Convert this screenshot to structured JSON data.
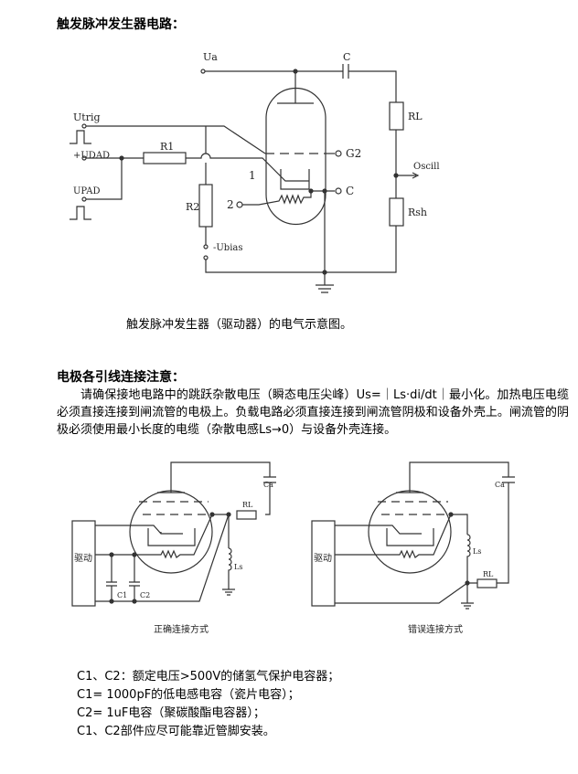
{
  "section1": {
    "title": "触发脉冲发生器电路：",
    "caption": "触发脉冲发生器（驱动器）的电气示意图。",
    "labels": {
      "ua": "Ua",
      "c_cap": "C",
      "utrig": "Utrig",
      "udad": "+UDAD",
      "upad": "UPAD",
      "r1": "R1",
      "r2": "R2",
      "ubias": "-Ubias",
      "g2": "G2",
      "c_term": "C",
      "n1": "1",
      "n2": "2",
      "rl": "RL",
      "rsh": "Rsh",
      "osc": "Oscill"
    }
  },
  "section2": {
    "title": "电极各引线连接注意：",
    "paragraph": "请确保接地电路中的跳跃杂散电压（瞬态电压尖峰）Us=｜Ls·di/dt｜最小化。加热电压电缆必须直接连接到闸流管的电极上。负载电路必须直接连接到闸流管阴极和设备外壳上。闸流管的阴极必须使用最小长度的电缆（杂散电感Ls→0）与设备外壳连接。",
    "diagram_left": {
      "driver": "驱动",
      "ca": "Ca",
      "rl": "RL",
      "ls": "Ls",
      "c1": "C1",
      "c2": "C2",
      "caption": "正确连接方式"
    },
    "diagram_right": {
      "driver": "驱动",
      "ca": "Ca",
      "rl": "RL",
      "ls": "Ls",
      "caption": "错误连接方式"
    }
  },
  "notes": [
    "C1、C2：额定电压>500V的储氢气保护电容器；",
    "C1= 1000pF的低电感电容（瓷片电容）；",
    "C2= 1uF电容（聚碳酸酯电容器）；",
    "C1、C2部件应尽可能靠近管脚安装。"
  ]
}
